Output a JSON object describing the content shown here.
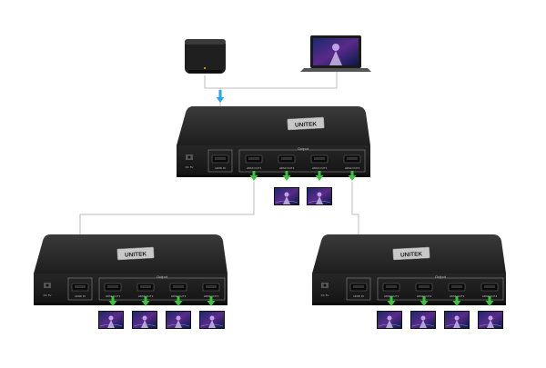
{
  "brand": "UNITEK",
  "port_labels": {
    "input": "HDMI IN",
    "output_group": "Output",
    "outputs": [
      "HDMI OUT1",
      "HDMI OUT2",
      "HDMI OUT3",
      "HDMI OUT4"
    ],
    "power": "DC 5V"
  },
  "colors": {
    "input_arrow": "#2aa7e8",
    "output_arrow": "#3cc23c",
    "cable": "#bdbdbd",
    "device_body": "#2b2b2b"
  },
  "icons": {
    "source_box": "media-player-box-icon",
    "source_laptop": "laptop-icon",
    "display": "monitor-icon",
    "arrow_in": "arrow-down-icon",
    "arrow_out": "arrow-down-icon",
    "power": "power-port-icon"
  }
}
